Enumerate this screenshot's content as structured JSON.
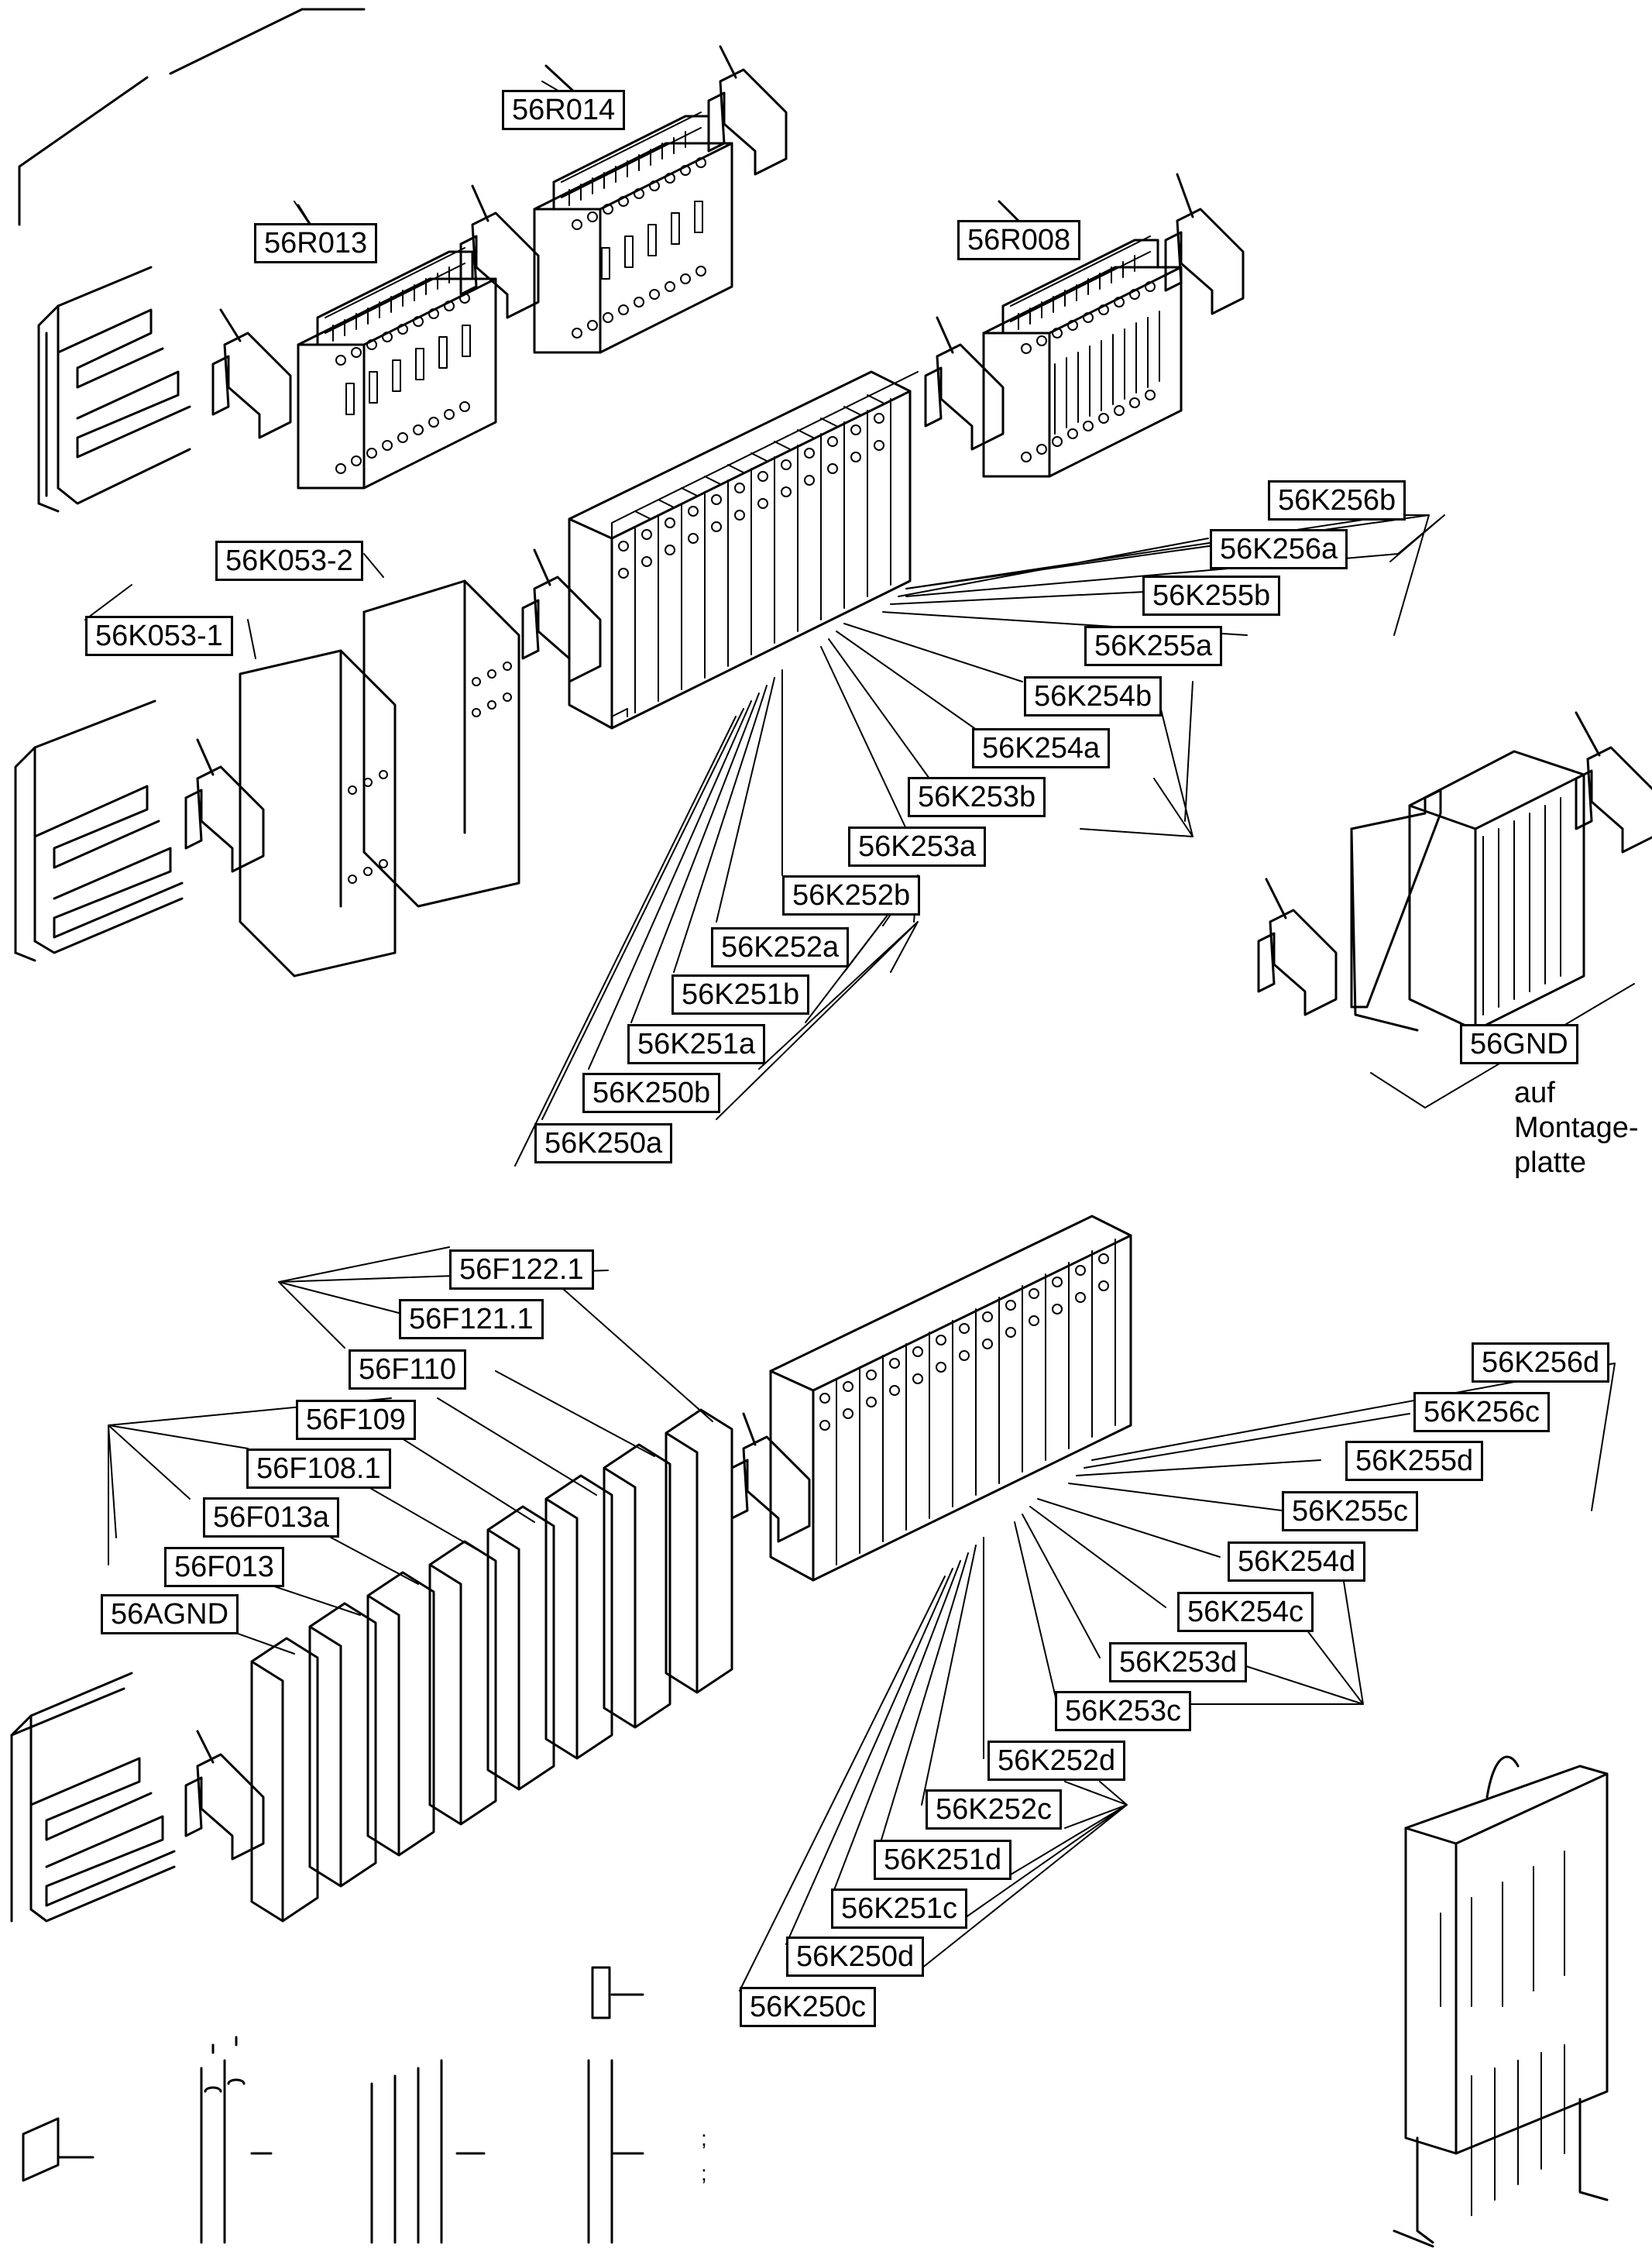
{
  "labels": {
    "r014": "56R014",
    "r013": "56R013",
    "r008": "56R008",
    "k256b": "56K256b",
    "k256a": "56K256a",
    "k255b": "56K255b",
    "k255a": "56K255a",
    "k254b": "56K254b",
    "k254a": "56K254a",
    "k253b": "56K253b",
    "k253a": "56K253a",
    "k252b": "56K252b",
    "k252a": "56K252a",
    "k251b": "56K251b",
    "k251a": "56K251a",
    "k250b": "56K250b",
    "k250a": "56K250a",
    "k053_2": "56K053-2",
    "k053_1": "56K053-1",
    "gnd": "56GND",
    "f122_1": "56F122.1",
    "f121_1": "56F121.1",
    "f110": "56F110",
    "f109": "56F109",
    "f108_1": "56F108.1",
    "f013a": "56F013a",
    "f013": "56F013",
    "agnd": "56AGND",
    "k256d": "56K256d",
    "k256c": "56K256c",
    "k255d": "56K255d",
    "k255c": "56K255c",
    "k254d": "56K254d",
    "k254c": "56K254c",
    "k253d": "56K253d",
    "k253c": "56K253c",
    "k252d": "56K252d",
    "k252c": "56K252c",
    "k251d": "56K251d",
    "k251c": "56K251c",
    "k250d": "56K250d",
    "k250c": "56K250c"
  },
  "notes": {
    "auf": "auf",
    "montage": "Montage-",
    "platte": "platte"
  },
  "marks": {
    "semicolon": ";"
  }
}
